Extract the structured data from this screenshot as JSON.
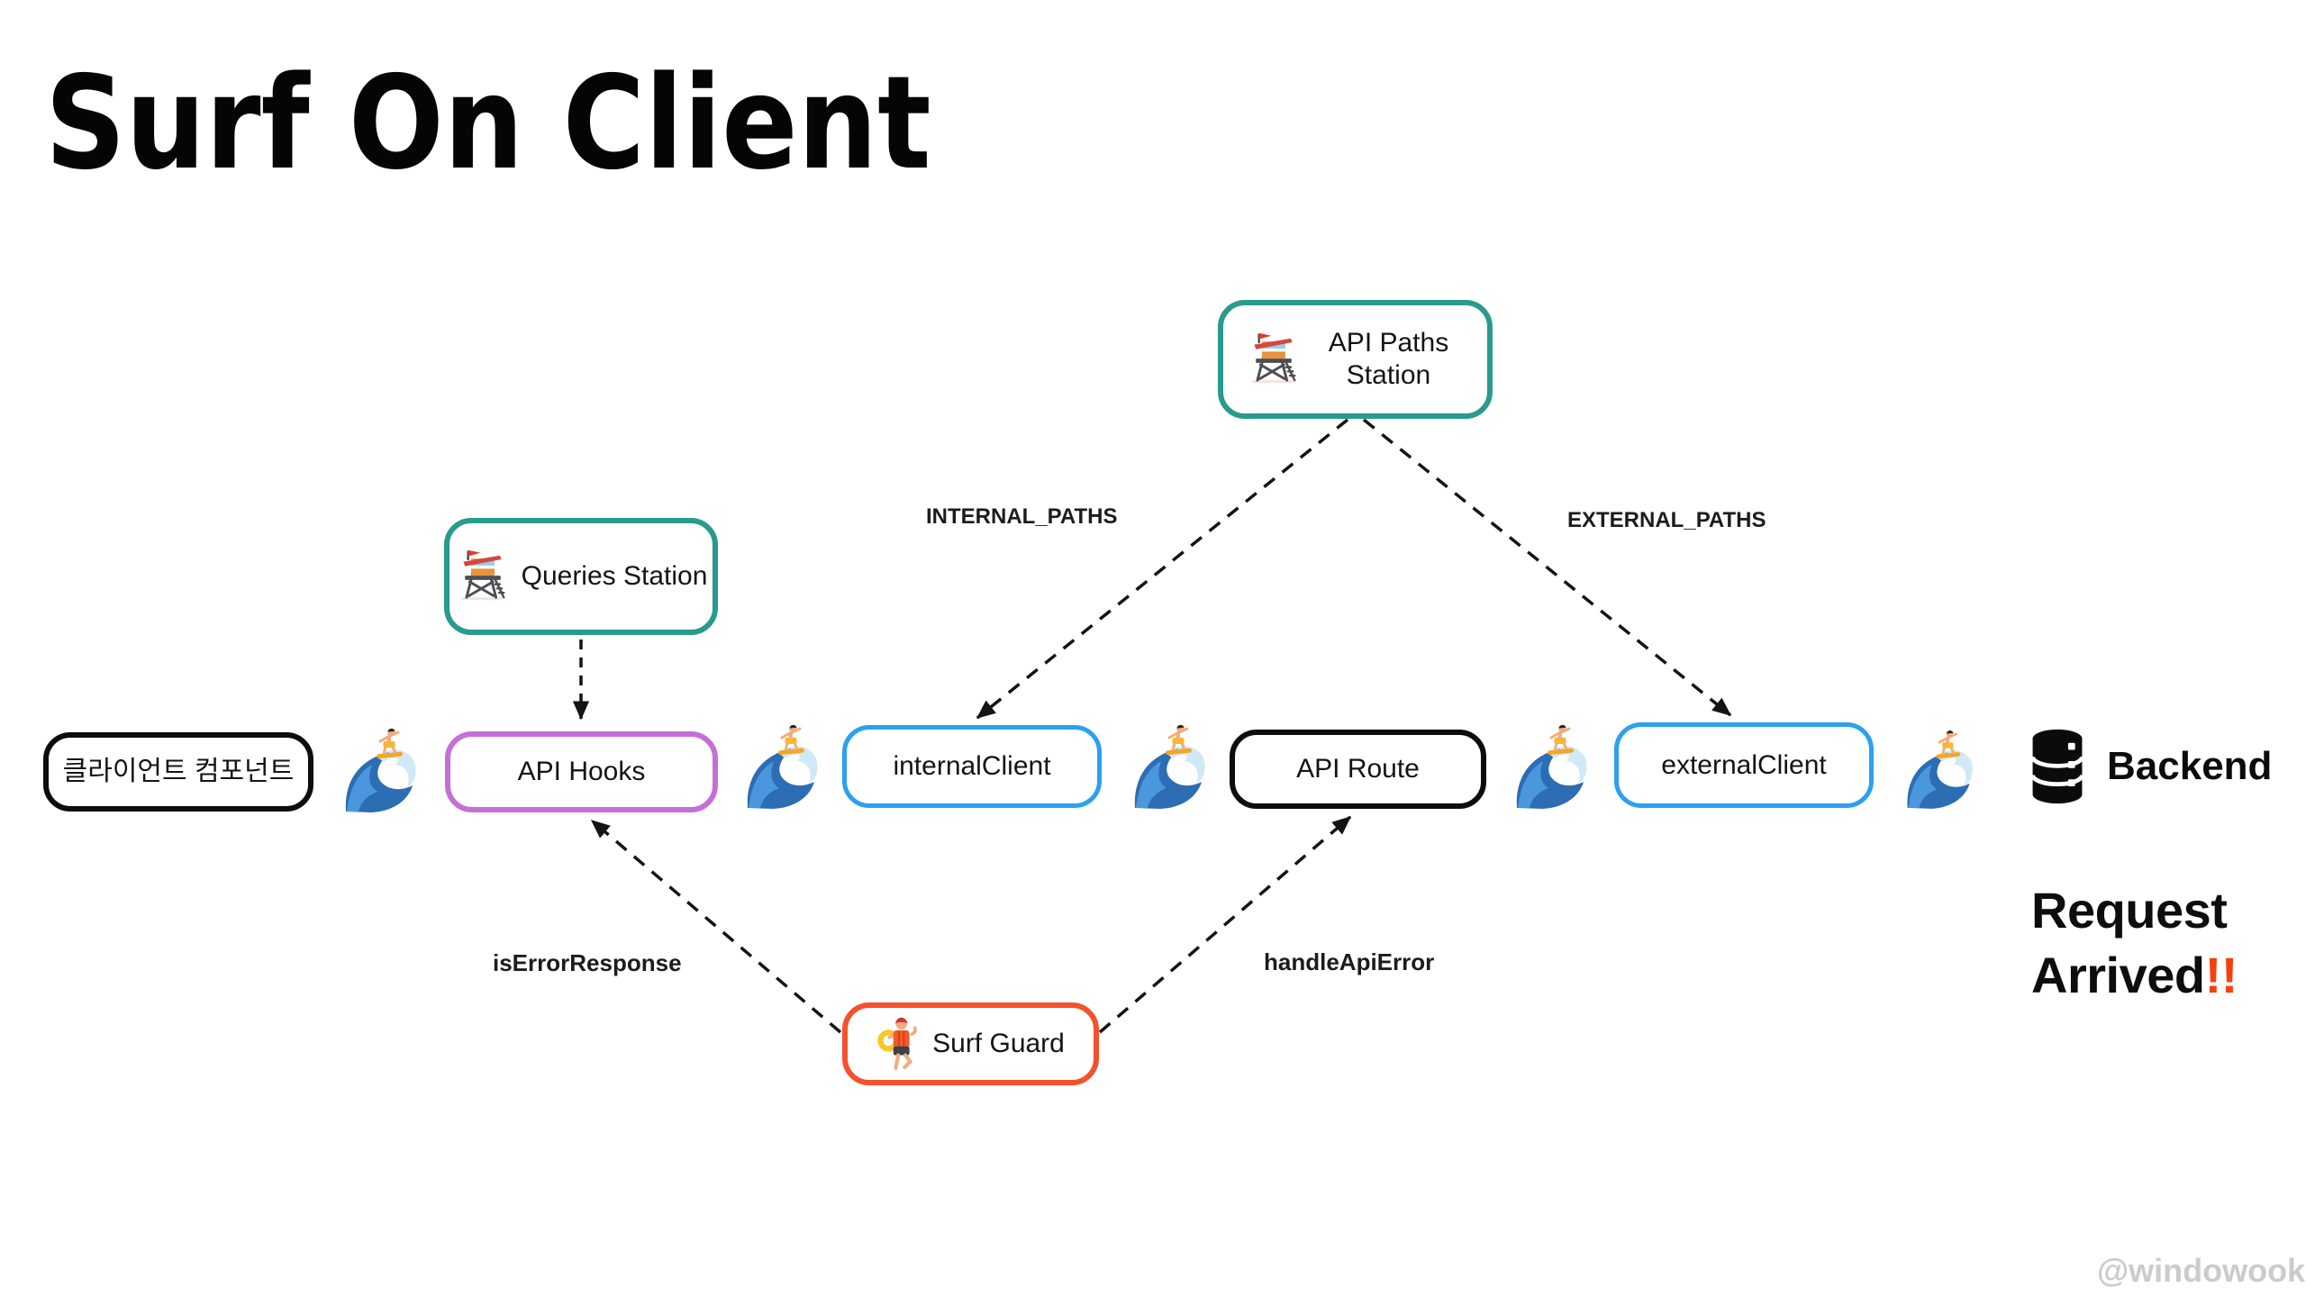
{
  "title": "Surf On Client",
  "watermark": "@windowook",
  "nodes": {
    "queries_station": {
      "label": "Queries Station"
    },
    "api_paths_station": {
      "label": "API Paths Station"
    },
    "client_component": {
      "label": "클라이언트 컴포넌트"
    },
    "api_hooks": {
      "label": "API Hooks"
    },
    "internal_client": {
      "label": "internalClient"
    },
    "api_route": {
      "label": "API Route"
    },
    "external_client": {
      "label": "externalClient"
    },
    "surf_guard": {
      "label": "Surf Guard"
    },
    "backend": {
      "label": "Backend"
    }
  },
  "edges": {
    "internal_paths": "INTERNAL_PATHS",
    "external_paths": "EXTERNAL_PATHS",
    "is_error_response": "isErrorResponse",
    "handle_api_error": "handleApiError"
  },
  "request_arrived": {
    "line1": "Request",
    "line2": "Arrived",
    "emphasis": "!!"
  },
  "icons": {
    "station": "lifeguard-tower",
    "flow": "surfer-riding-wave",
    "guard": "lifeguard-with-ring-buoy",
    "backend": "database-cylinders"
  },
  "colors": {
    "station_border": "#279b8d",
    "hooks_border": "#c46fd6",
    "client_border": "#2da0f0",
    "guard_border": "#f4512c",
    "node_border": "#0d0d0d",
    "emphasis": "#f4420e",
    "edge_line": "#141414"
  }
}
